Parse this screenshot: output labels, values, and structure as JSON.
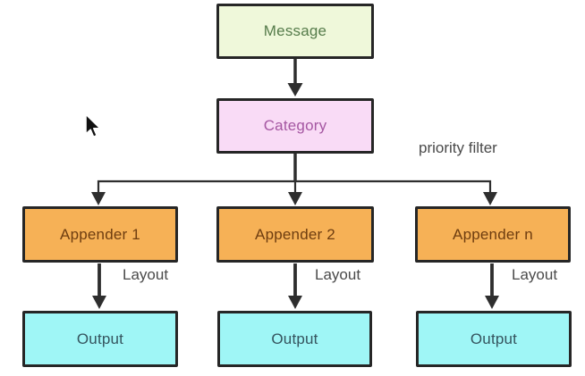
{
  "diagram": {
    "type": "flowchart",
    "description": "logging-architecture-flow",
    "nodes": {
      "message": {
        "label": "Message",
        "fill": "#eff8da",
        "text_color": "#567c4b"
      },
      "category": {
        "label": "Category",
        "fill": "#f9dbf6",
        "text_color": "#a557a2"
      },
      "appenders": [
        {
          "label": "Appender 1"
        },
        {
          "label": "Appender 2"
        },
        {
          "label": "Appender n"
        }
      ],
      "appender_style": {
        "fill": "#f6b156",
        "text_color": "#6e3d10"
      },
      "outputs": [
        {
          "label": "Output"
        },
        {
          "label": "Output"
        },
        {
          "label": "Output"
        }
      ],
      "output_style": {
        "fill": "#9ff6f6",
        "text_color": "#35545e"
      },
      "border_color": "#262626",
      "arrow_color": "#2e2e2e"
    },
    "edge_labels": {
      "priority_filter": "priority filter",
      "layouts": [
        {
          "label": "Layout"
        },
        {
          "label": "Layout"
        },
        {
          "label": "Layout"
        }
      ],
      "label_color": "#4a4a4a"
    },
    "edges": [
      "message -> category",
      "category -> appender-1 (priority filter)",
      "category -> appender-2 (priority filter)",
      "category -> appender-n (priority filter)",
      "appender-1 -> output-1 (Layout)",
      "appender-2 -> output-2 (Layout)",
      "appender-n -> output-3 (Layout)"
    ]
  },
  "cursor": {
    "kind": "arrow-pointer"
  }
}
